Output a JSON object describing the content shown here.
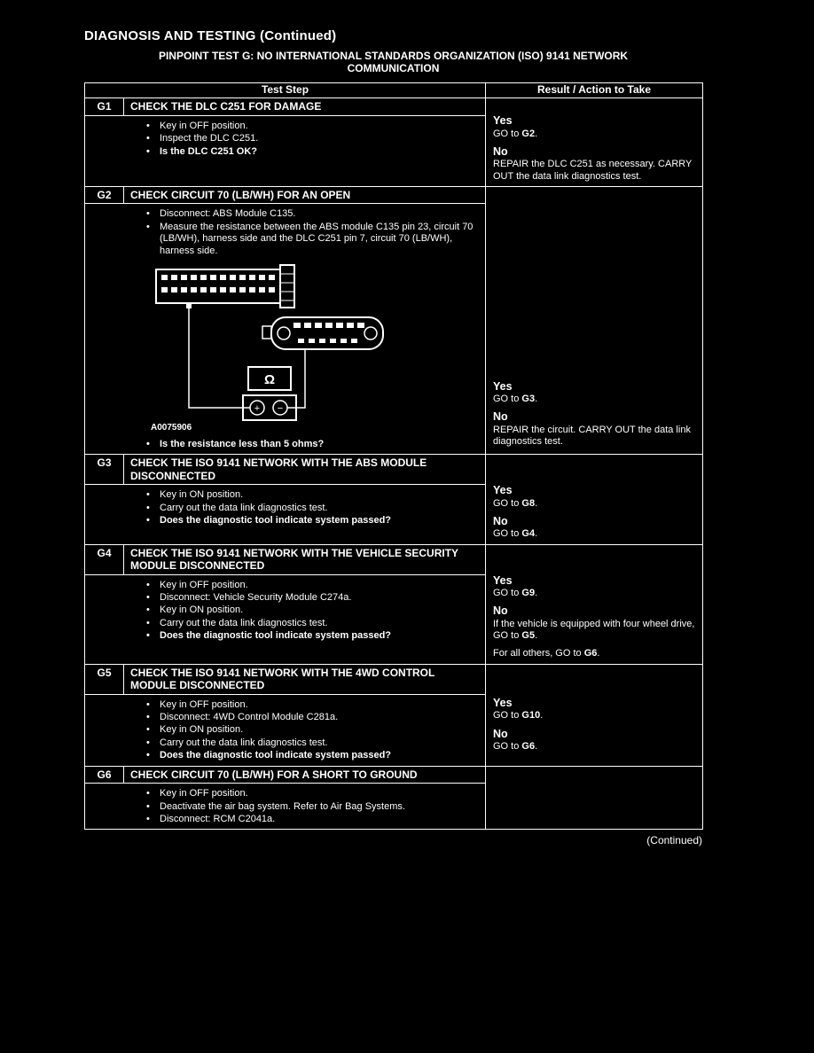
{
  "page": {
    "title": "DIAGNOSIS AND TESTING (Continued)",
    "subtitle_line1": "PINPOINT TEST G: NO INTERNATIONAL STANDARDS ORGANIZATION (ISO) 9141 NETWORK",
    "subtitle_line2": "COMMUNICATION",
    "continued_note": "(Continued)"
  },
  "table": {
    "col_test_step": "Test Step",
    "col_result": "Result / Action to Take",
    "rows": [
      {
        "id": "G1",
        "title": "CHECK THE DLC C251 FOR DAMAGE",
        "bullets": [
          "Key in OFF position.",
          "Inspect the DLC C251.",
          "Is the DLC C251 OK?"
        ],
        "results": [
          {
            "verdict": "Yes",
            "actions": [
              "GO to G2."
            ]
          },
          {
            "verdict": "No",
            "actions": [
              "REPAIR the DLC C251 as necessary. CARRY OUT the data link diagnostics test."
            ]
          }
        ]
      },
      {
        "id": "G2",
        "title": "CHECK CIRCUIT 70 (LB/WH) FOR AN OPEN",
        "bullets": [
          "Disconnect: ABS Module C135.",
          "Measure the resistance between the ABS module C135 pin 23, circuit 70 (LB/WH), harness side and the DLC C251 pin 7, circuit 70 (LB/WH), harness side."
        ],
        "question": "Is the resistance less than 5 ohms?",
        "results": [
          {
            "verdict": "Yes",
            "actions": [
              "GO to G3."
            ]
          },
          {
            "verdict": "No",
            "actions": [
              "REPAIR the circuit. CARRY OUT the data link diagnostics test."
            ]
          }
        ]
      },
      {
        "id": "G3",
        "title": "CHECK THE ISO 9141 NETWORK WITH THE ABS MODULE DISCONNECTED",
        "bullets": [
          "Key in ON position.",
          "Carry out the data link diagnostics test.",
          "Does the diagnostic tool indicate system passed?"
        ],
        "results": [
          {
            "verdict": "Yes",
            "actions": [
              "GO to G8."
            ]
          },
          {
            "verdict": "No",
            "actions": [
              "GO to G4."
            ]
          }
        ]
      },
      {
        "id": "G4",
        "title": "CHECK THE ISO 9141 NETWORK WITH THE VEHICLE SECURITY MODULE DISCONNECTED",
        "bullets": [
          "Key in OFF position.",
          "Disconnect: Vehicle Security Module C274a.",
          "Key in ON position.",
          "Carry out the data link diagnostics test.",
          "Does the diagnostic tool indicate system passed?"
        ],
        "results": [
          {
            "verdict": "Yes",
            "actions": [
              "GO to G9."
            ]
          },
          {
            "verdict": "No",
            "actions": [
              "If the vehicle is equipped with four wheel drive, GO to G5.",
              "For all others, GO to G6."
            ]
          }
        ]
      },
      {
        "id": "G5",
        "title": "CHECK THE ISO 9141 NETWORK WITH THE 4WD CONTROL MODULE DISCONNECTED",
        "bullets": [
          "Key in OFF position.",
          "Disconnect: 4WD Control Module C281a.",
          "Key in ON position.",
          "Carry out the data link diagnostics test.",
          "Does the diagnostic tool indicate system passed?"
        ],
        "results": [
          {
            "verdict": "Yes",
            "actions": [
              "GO to G10."
            ]
          },
          {
            "verdict": "No",
            "actions": [
              "GO to G6."
            ]
          }
        ]
      },
      {
        "id": "G6",
        "title": "CHECK CIRCUIT 70 (LB/WH) FOR A SHORT TO GROUND",
        "bullets": [
          "Key in OFF position.",
          "Deactivate the air bag system. Refer to Air Bag Systems.",
          "Disconnect: RCM C2041a."
        ],
        "results": []
      }
    ]
  },
  "figure": {
    "label": "A0075906",
    "ohm_symbol": "Ω",
    "plus_sign": "+",
    "minus_sign": "−"
  }
}
